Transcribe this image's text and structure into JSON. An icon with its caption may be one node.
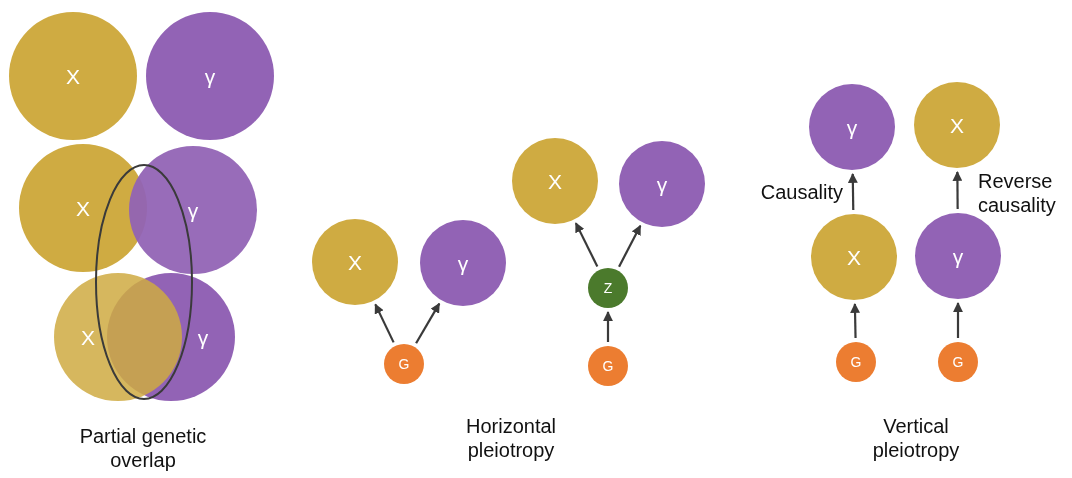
{
  "diagram": {
    "nodes": [
      {
        "text": [
          "X"
        ]
      },
      {
        "text": [
          "γ"
        ]
      },
      {
        "text": [
          "X"
        ]
      },
      {
        "text": [
          "γ"
        ]
      },
      {
        "text": [
          "X"
        ]
      },
      {
        "text": [
          "γ"
        ]
      },
      {
        "text": [
          "X"
        ]
      },
      {
        "text": [
          "γ"
        ]
      },
      {
        "text": [
          "X"
        ]
      },
      {
        "text": [
          "γ"
        ]
      },
      {
        "text": [
          "Z"
        ]
      },
      {
        "text": [
          "G"
        ]
      },
      {
        "text": [
          "G"
        ]
      },
      {
        "text": [
          "γ"
        ]
      },
      {
        "text": [
          "X"
        ]
      },
      {
        "text": [
          "X"
        ]
      },
      {
        "text": [
          "γ"
        ]
      },
      {
        "text": [
          "G"
        ]
      },
      {
        "text": [
          "G"
        ]
      },
      {
        "text": [],
        "shape": "ellipse"
      }
    ],
    "edges": [
      {
        "from": 11,
        "to": 8,
        "arrow": "to"
      },
      {
        "from": 11,
        "to": 9,
        "arrow": "to"
      },
      {
        "from": 10,
        "to": 6,
        "arrow": "to"
      },
      {
        "from": 10,
        "to": 7,
        "arrow": "to"
      },
      {
        "from": 12,
        "to": 10,
        "arrow": "to"
      },
      {
        "from": 15,
        "to": 13,
        "arrow": "to",
        "label": "Causality"
      },
      {
        "from": 16,
        "to": 14,
        "arrow": "to",
        "label": "Reverse causality"
      },
      {
        "from": 17,
        "to": 15,
        "arrow": "to"
      },
      {
        "from": 18,
        "to": 16,
        "arrow": "to"
      }
    ],
    "labels": [
      "Partial genetic overlap",
      "Horizontal pleiotropy",
      "Vertical pleiotropy"
    ]
  }
}
